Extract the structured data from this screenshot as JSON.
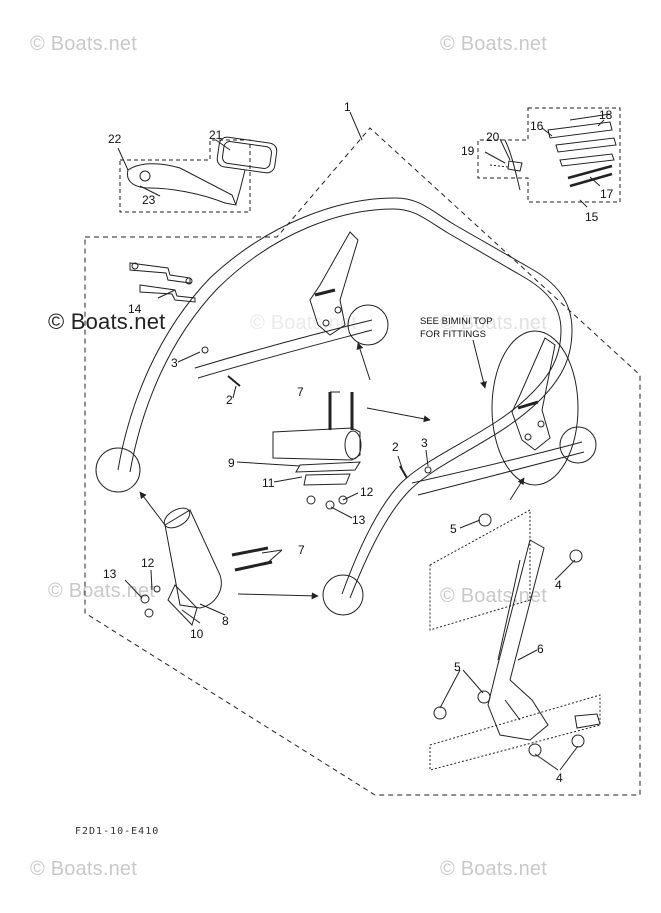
{
  "watermarks": {
    "top_left": "© Boats.net",
    "top_right": "© Boats.net",
    "mid_left": "© Boats.net",
    "mid_faint_1": "© Boats.net",
    "mid_faint_2": "© Boats.net",
    "lower_left": "© Boats.net",
    "lower_right": "© Boats.net",
    "bottom_left": "© Boats.net",
    "bottom_right": "© Boats.net"
  },
  "callouts": {
    "n1": "1",
    "n2a": "2",
    "n2b": "2",
    "n3a": "3",
    "n3b": "3",
    "n4a": "4",
    "n4b": "4",
    "n5a": "5",
    "n5b": "5",
    "n6": "6",
    "n7a": "7",
    "n7b": "7",
    "n8": "8",
    "n9": "9",
    "n10": "10",
    "n11": "11",
    "n12a": "12",
    "n12b": "12",
    "n13a": "13",
    "n13b": "13",
    "n14": "14",
    "n15": "15",
    "n16": "16",
    "n17": "17",
    "n18": "18",
    "n19": "19",
    "n20": "20",
    "n21": "21",
    "n22": "22",
    "n23": "23"
  },
  "note": {
    "line1": "SEE BIMINI TOP",
    "line2": "FOR FITTINGS"
  },
  "drawing_code": "F2D1-10-E410",
  "colors": {
    "line": "#222222",
    "watermark": "#c9c9c9"
  }
}
